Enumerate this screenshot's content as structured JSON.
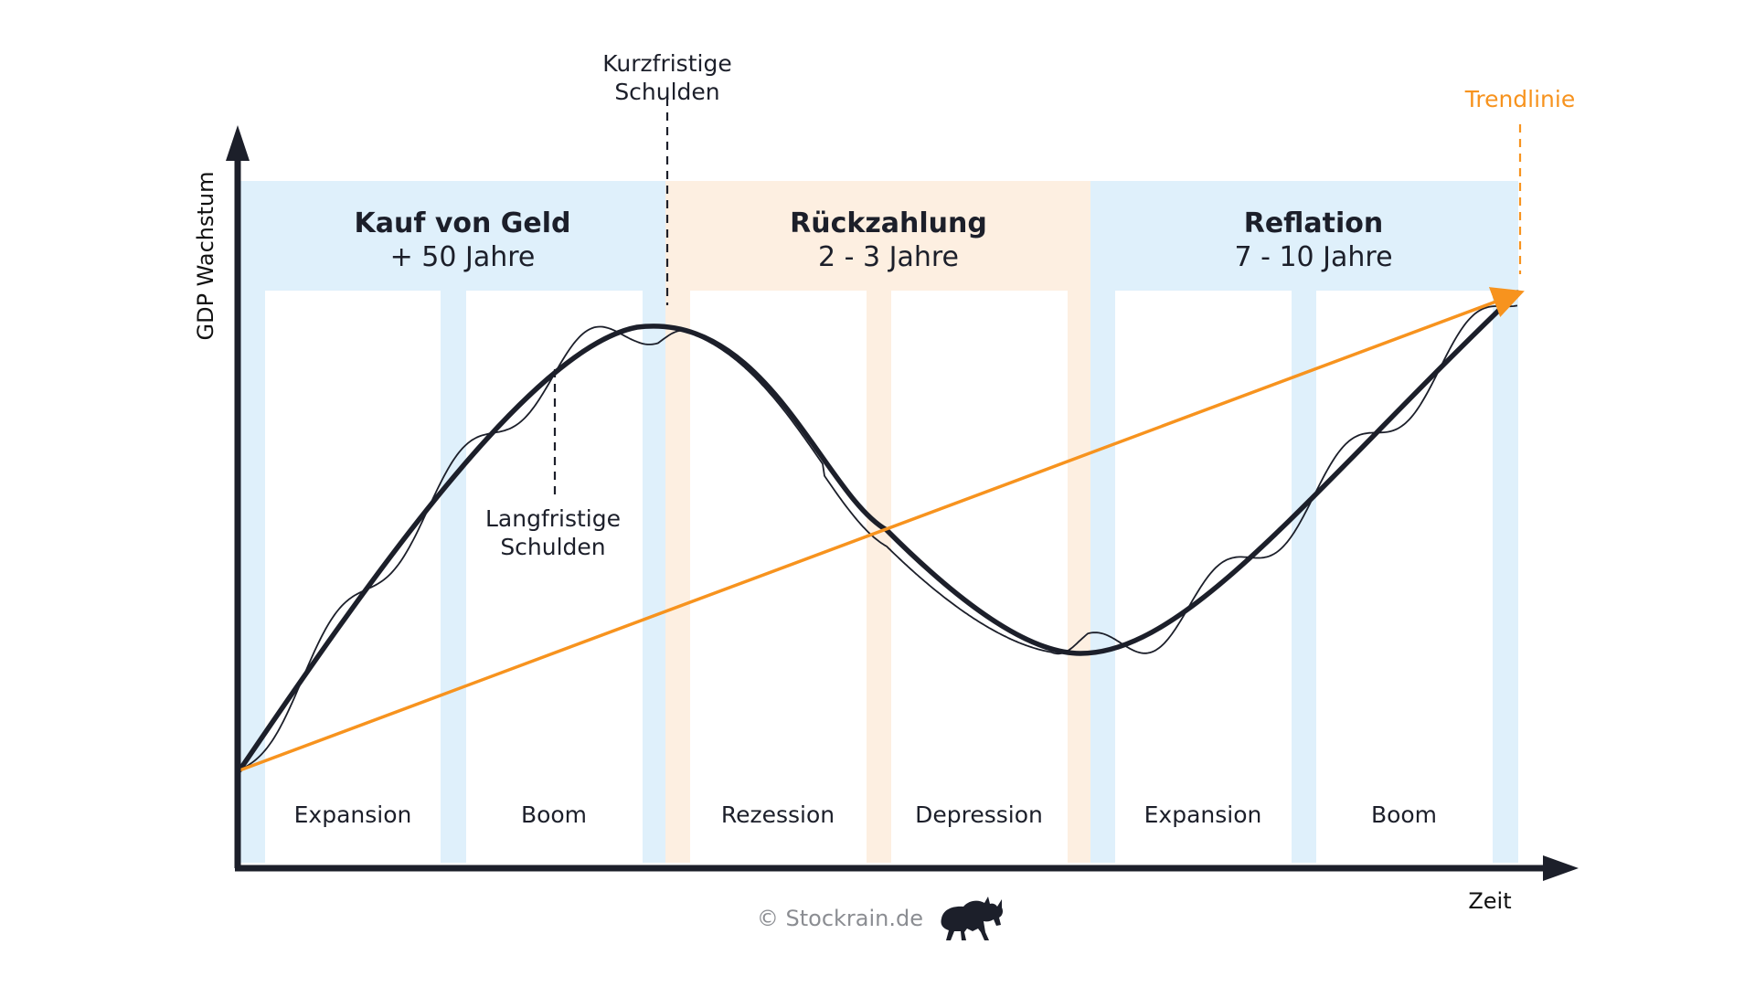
{
  "colors": {
    "blue_band": "#dff0fb",
    "orange_band": "#fdefe1",
    "panel": "#ffffff",
    "curve": "#1c1f2a",
    "trend": "#f7931e",
    "axis": "#1c1f2a"
  },
  "periods": [
    {
      "title": "Kauf von Geld",
      "subtitle": "+ 50 Jahre"
    },
    {
      "title": "Rückzahlung",
      "subtitle": "2 - 3 Jahre"
    },
    {
      "title": "Reflation",
      "subtitle": "7 - 10 Jahre"
    }
  ],
  "phases": [
    "Expansion",
    "Boom",
    "Rezession",
    "Depression",
    "Expansion",
    "Boom"
  ],
  "annotations": {
    "short_term_debt": [
      "Kurzfristige",
      "Schulden"
    ],
    "long_term_debt": [
      "Langfristige",
      "Schulden"
    ],
    "trendline": "Trendlinie"
  },
  "axes": {
    "y_label": "GDP Wachstum",
    "x_label": "Zeit"
  },
  "watermark": "© Stockrain.de",
  "icons": [
    "bull-logo-icon"
  ]
}
